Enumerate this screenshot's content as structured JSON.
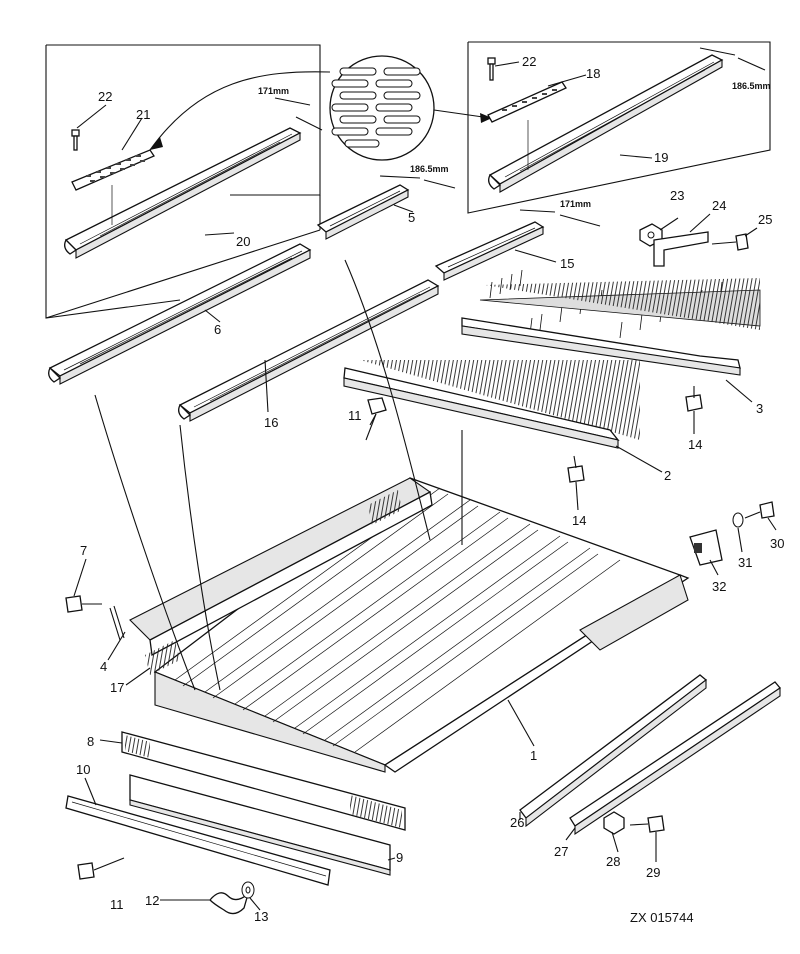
{
  "dimensions": {
    "inset_left": "171mm",
    "inset_right": "186.5mm",
    "top_middle": "186.5mm",
    "right_middle": "171mm"
  },
  "callouts": {
    "c1": "1",
    "c2": "2",
    "c3": "3",
    "c4": "4",
    "c5": "5",
    "c6": "6",
    "c7": "7",
    "c8": "8",
    "c9": "9",
    "c10": "10",
    "c11a": "11",
    "c11b": "11",
    "c12": "12",
    "c13": "13",
    "c14a": "14",
    "c14b": "14",
    "c15": "15",
    "c16": "16",
    "c17": "17",
    "c18": "18",
    "c19": "19",
    "c20": "20",
    "c21": "21",
    "c22a": "22",
    "c22b": "22",
    "c23": "23",
    "c24": "24",
    "c25": "25",
    "c26": "26",
    "c27": "27",
    "c28": "28",
    "c29": "29",
    "c30": "30",
    "c31": "31",
    "c32": "32"
  },
  "reference": "ZX 015744"
}
